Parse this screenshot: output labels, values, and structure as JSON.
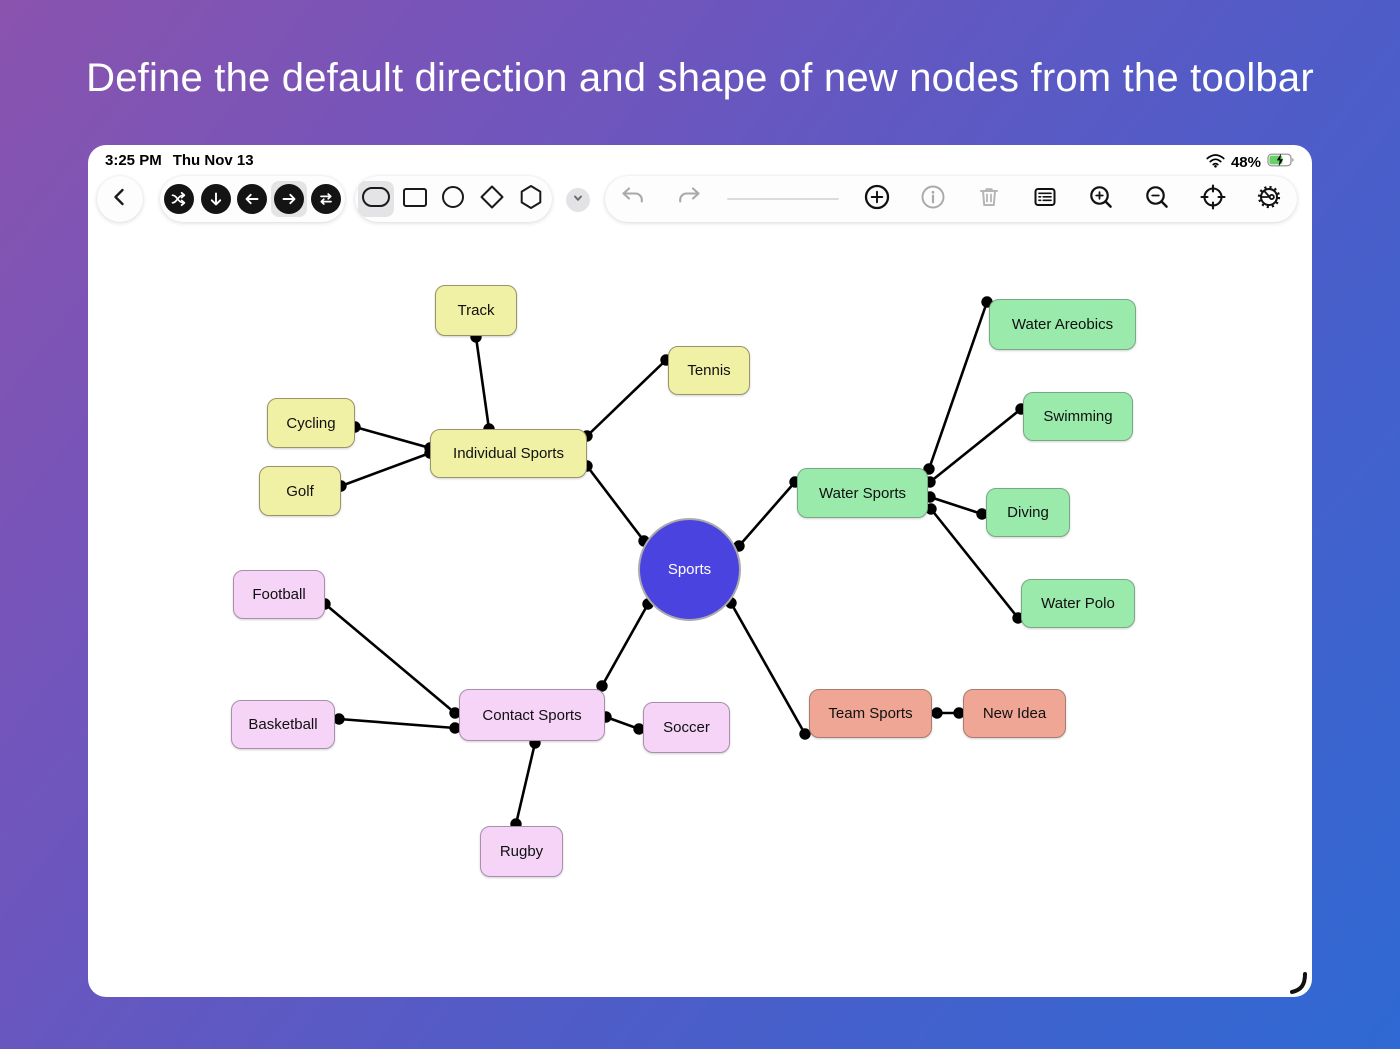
{
  "headline": "Define the default direction and shape of new nodes from the toolbar",
  "status_bar": {
    "time": "3:25 PM",
    "date": "Thu Nov 13",
    "wifi_icon": "wifi-icon",
    "battery_percent": "48%",
    "battery_state": "charging"
  },
  "toolbar": {
    "back_icon": "chevron-left",
    "direction_buttons": [
      {
        "name": "direction-auto",
        "icon": "shuffle-arrows-icon",
        "selected": false
      },
      {
        "name": "direction-down",
        "icon": "arrow-down-icon",
        "selected": false
      },
      {
        "name": "direction-left",
        "icon": "arrow-left-icon",
        "selected": false
      },
      {
        "name": "direction-right",
        "icon": "arrow-right-icon",
        "selected": true
      },
      {
        "name": "direction-both",
        "icon": "swap-arrows-icon",
        "selected": false
      }
    ],
    "shape_buttons": [
      {
        "name": "shape-rounded-rect",
        "icon": "stadium-icon",
        "selected": true
      },
      {
        "name": "shape-rectangle",
        "icon": "rectangle-icon",
        "selected": false
      },
      {
        "name": "shape-circle",
        "icon": "circle-icon",
        "selected": false
      },
      {
        "name": "shape-diamond",
        "icon": "diamond-icon",
        "selected": false
      },
      {
        "name": "shape-hexagon",
        "icon": "hexagon-icon",
        "selected": false
      }
    ],
    "collapse_icon": "chevron-down",
    "actions": [
      {
        "name": "undo",
        "icon": "undo-icon",
        "enabled": false
      },
      {
        "name": "redo",
        "icon": "redo-icon",
        "enabled": false
      },
      {
        "name": "add-node",
        "icon": "plus-circle-icon",
        "enabled": true
      },
      {
        "name": "info",
        "icon": "info-icon",
        "enabled": false
      },
      {
        "name": "delete",
        "icon": "trash-icon",
        "enabled": false
      },
      {
        "name": "outline",
        "icon": "outline-list-icon",
        "enabled": true
      },
      {
        "name": "zoom-in",
        "icon": "zoom-in-icon",
        "enabled": true
      },
      {
        "name": "zoom-out",
        "icon": "zoom-out-icon",
        "enabled": true
      },
      {
        "name": "center-map",
        "icon": "crosshair-icon",
        "enabled": true
      },
      {
        "name": "settings",
        "icon": "gear-icon",
        "enabled": true
      }
    ]
  },
  "mindmap": {
    "nodes": [
      {
        "id": "sports",
        "label": "Sports",
        "shape": "circle",
        "color": "#4a43e0"
      },
      {
        "id": "track",
        "label": "Track",
        "shape": "rounded-rect",
        "color": "#f1f1a5"
      },
      {
        "id": "tennis",
        "label": "Tennis",
        "shape": "rounded-rect",
        "color": "#f1f1a5"
      },
      {
        "id": "cycling",
        "label": "Cycling",
        "shape": "rounded-rect",
        "color": "#f1f1a5"
      },
      {
        "id": "individual-sports",
        "label": "Individual Sports",
        "shape": "rounded-rect",
        "color": "#f1f1a5"
      },
      {
        "id": "golf",
        "label": "Golf",
        "shape": "rounded-rect",
        "color": "#f1f1a5"
      },
      {
        "id": "water-areobics",
        "label": "Water Areobics",
        "shape": "rounded-rect",
        "color": "#9aebab"
      },
      {
        "id": "swimming",
        "label": "Swimming",
        "shape": "rounded-rect",
        "color": "#9aebab"
      },
      {
        "id": "water-sports",
        "label": "Water Sports",
        "shape": "rounded-rect",
        "color": "#9aebab"
      },
      {
        "id": "diving",
        "label": "Diving",
        "shape": "rounded-rect",
        "color": "#9aebab"
      },
      {
        "id": "water-polo",
        "label": "Water Polo",
        "shape": "rounded-rect",
        "color": "#9aebab"
      },
      {
        "id": "football",
        "label": "Football",
        "shape": "rounded-rect",
        "color": "#f5d4f8"
      },
      {
        "id": "basketball",
        "label": "Basketball",
        "shape": "rounded-rect",
        "color": "#f5d4f8"
      },
      {
        "id": "contact-sports",
        "label": "Contact Sports",
        "shape": "rounded-rect",
        "color": "#f5d4f8"
      },
      {
        "id": "soccer",
        "label": "Soccer",
        "shape": "rounded-rect",
        "color": "#f5d4f8"
      },
      {
        "id": "rugby",
        "label": "Rugby",
        "shape": "rounded-rect",
        "color": "#f5d4f8"
      },
      {
        "id": "team-sports",
        "label": "Team Sports",
        "shape": "rounded-rect",
        "color": "#f0a694"
      },
      {
        "id": "new-idea",
        "label": "New Idea",
        "shape": "rounded-rect",
        "color": "#f0a694"
      }
    ],
    "edges": [
      {
        "from": "individual-sports",
        "to": "track"
      },
      {
        "from": "individual-sports",
        "to": "cycling"
      },
      {
        "from": "individual-sports",
        "to": "golf"
      },
      {
        "from": "individual-sports",
        "to": "tennis"
      },
      {
        "from": "sports",
        "to": "individual-sports"
      },
      {
        "from": "sports",
        "to": "water-sports"
      },
      {
        "from": "water-sports",
        "to": "water-areobics"
      },
      {
        "from": "water-sports",
        "to": "swimming"
      },
      {
        "from": "water-sports",
        "to": "diving"
      },
      {
        "from": "water-sports",
        "to": "water-polo"
      },
      {
        "from": "sports",
        "to": "contact-sports"
      },
      {
        "from": "sports",
        "to": "team-sports"
      },
      {
        "from": "contact-sports",
        "to": "football"
      },
      {
        "from": "contact-sports",
        "to": "basketball"
      },
      {
        "from": "contact-sports",
        "to": "soccer"
      },
      {
        "from": "contact-sports",
        "to": "rugby"
      },
      {
        "from": "team-sports",
        "to": "new-idea"
      }
    ]
  },
  "colors": {
    "background_gradient_start": "#8a53ae",
    "background_gradient_end": "#2f69d3",
    "node_yellow": "#f1f1a5",
    "node_green": "#9aebab",
    "node_pink": "#f5d4f8",
    "node_salmon": "#f0a694",
    "node_blue": "#4a43e0",
    "edge_color": "#000000",
    "battery_fill": "#65d168"
  }
}
